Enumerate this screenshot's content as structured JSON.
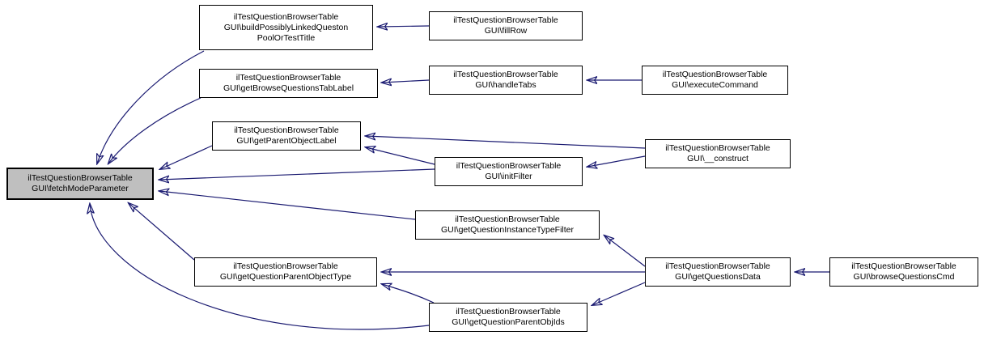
{
  "graph": {
    "kind": "caller-graph",
    "edge_color": "#191970",
    "node_border_color": "#000000",
    "node_fill": "#ffffff",
    "focus_node_fill": "#bfbfbf",
    "background": "#ffffff",
    "nodes": [
      {
        "id": "fetchModeParameter",
        "focus": true,
        "lines": [
          "ilTestQuestionBrowserTable",
          "GUI\\fetchModeParameter"
        ]
      },
      {
        "id": "buildPossiblyLinkedQuestonPoolOrTestTitle",
        "lines": [
          "ilTestQuestionBrowserTable",
          "GUI\\buildPossiblyLinkedQueston",
          "PoolOrTestTitle"
        ]
      },
      {
        "id": "fillRow",
        "lines": [
          "ilTestQuestionBrowserTable",
          "GUI\\fillRow"
        ]
      },
      {
        "id": "getBrowseQuestionsTabLabel",
        "lines": [
          "ilTestQuestionBrowserTable",
          "GUI\\getBrowseQuestionsTabLabel"
        ]
      },
      {
        "id": "handleTabs",
        "lines": [
          "ilTestQuestionBrowserTable",
          "GUI\\handleTabs"
        ]
      },
      {
        "id": "executeCommand",
        "lines": [
          "ilTestQuestionBrowserTable",
          "GUI\\executeCommand"
        ]
      },
      {
        "id": "getParentObjectLabel",
        "lines": [
          "ilTestQuestionBrowserTable",
          "GUI\\getParentObjectLabel"
        ]
      },
      {
        "id": "initFilter",
        "lines": [
          "ilTestQuestionBrowserTable",
          "GUI\\initFilter"
        ]
      },
      {
        "id": "construct",
        "lines": [
          "ilTestQuestionBrowserTable",
          "GUI\\__construct"
        ]
      },
      {
        "id": "getQuestionInstanceTypeFilter",
        "lines": [
          "ilTestQuestionBrowserTable",
          "GUI\\getQuestionInstanceTypeFilter"
        ]
      },
      {
        "id": "getQuestionParentObjectType",
        "lines": [
          "ilTestQuestionBrowserTable",
          "GUI\\getQuestionParentObjectType"
        ]
      },
      {
        "id": "getQuestionsData",
        "lines": [
          "ilTestQuestionBrowserTable",
          "GUI\\getQuestionsData"
        ]
      },
      {
        "id": "browseQuestionsCmd",
        "lines": [
          "ilTestQuestionBrowserTable",
          "GUI\\browseQuestionsCmd"
        ]
      },
      {
        "id": "getQuestionParentObjIds",
        "lines": [
          "ilTestQuestionBrowserTable",
          "GUI\\getQuestionParentObjIds"
        ]
      }
    ],
    "edges": [
      {
        "from": "buildPossiblyLinkedQuestonPoolOrTestTitle",
        "to": "fetchModeParameter"
      },
      {
        "from": "getBrowseQuestionsTabLabel",
        "to": "fetchModeParameter"
      },
      {
        "from": "getParentObjectLabel",
        "to": "fetchModeParameter"
      },
      {
        "from": "initFilter",
        "to": "fetchModeParameter"
      },
      {
        "from": "getQuestionInstanceTypeFilter",
        "to": "fetchModeParameter"
      },
      {
        "from": "getQuestionParentObjectType",
        "to": "fetchModeParameter"
      },
      {
        "from": "getQuestionParentObjIds",
        "to": "fetchModeParameter"
      },
      {
        "from": "fillRow",
        "to": "buildPossiblyLinkedQuestonPoolOrTestTitle"
      },
      {
        "from": "handleTabs",
        "to": "getBrowseQuestionsTabLabel"
      },
      {
        "from": "executeCommand",
        "to": "handleTabs"
      },
      {
        "from": "initFilter",
        "to": "getParentObjectLabel"
      },
      {
        "from": "construct",
        "to": "getParentObjectLabel"
      },
      {
        "from": "construct",
        "to": "initFilter"
      },
      {
        "from": "getQuestionsData",
        "to": "getQuestionInstanceTypeFilter"
      },
      {
        "from": "getQuestionsData",
        "to": "getQuestionParentObjectType"
      },
      {
        "from": "getQuestionParentObjIds",
        "to": "getQuestionParentObjectType"
      },
      {
        "from": "getQuestionsData",
        "to": "getQuestionParentObjIds"
      },
      {
        "from": "browseQuestionsCmd",
        "to": "getQuestionsData"
      }
    ]
  }
}
